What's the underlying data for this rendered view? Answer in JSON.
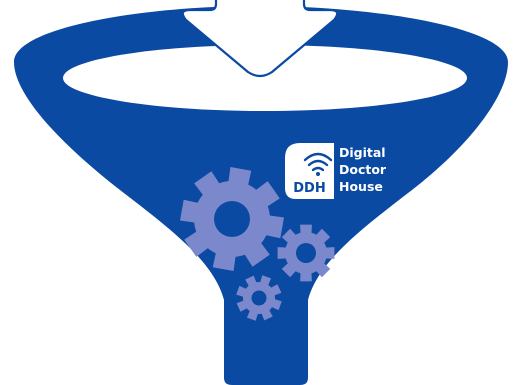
{
  "colors": {
    "funnel": "#0b4aa2",
    "funnel_opening": "#ffffff",
    "gear": "#7b88cc",
    "arrow_stroke": "#0b4aa2",
    "logo_badge": "#ffffff",
    "logo_text": "#0b4aa2",
    "brand_text": "#ffffff"
  },
  "logo": {
    "badge_text": "DDH",
    "wordmark_line1": "Digital",
    "wordmark_line2": "Doctor",
    "wordmark_line3": "House",
    "icon": "wifi-icon"
  },
  "icons": {
    "arrow": "down-arrow-icon",
    "gears": [
      "gear-icon",
      "gear-icon",
      "gear-icon"
    ]
  }
}
